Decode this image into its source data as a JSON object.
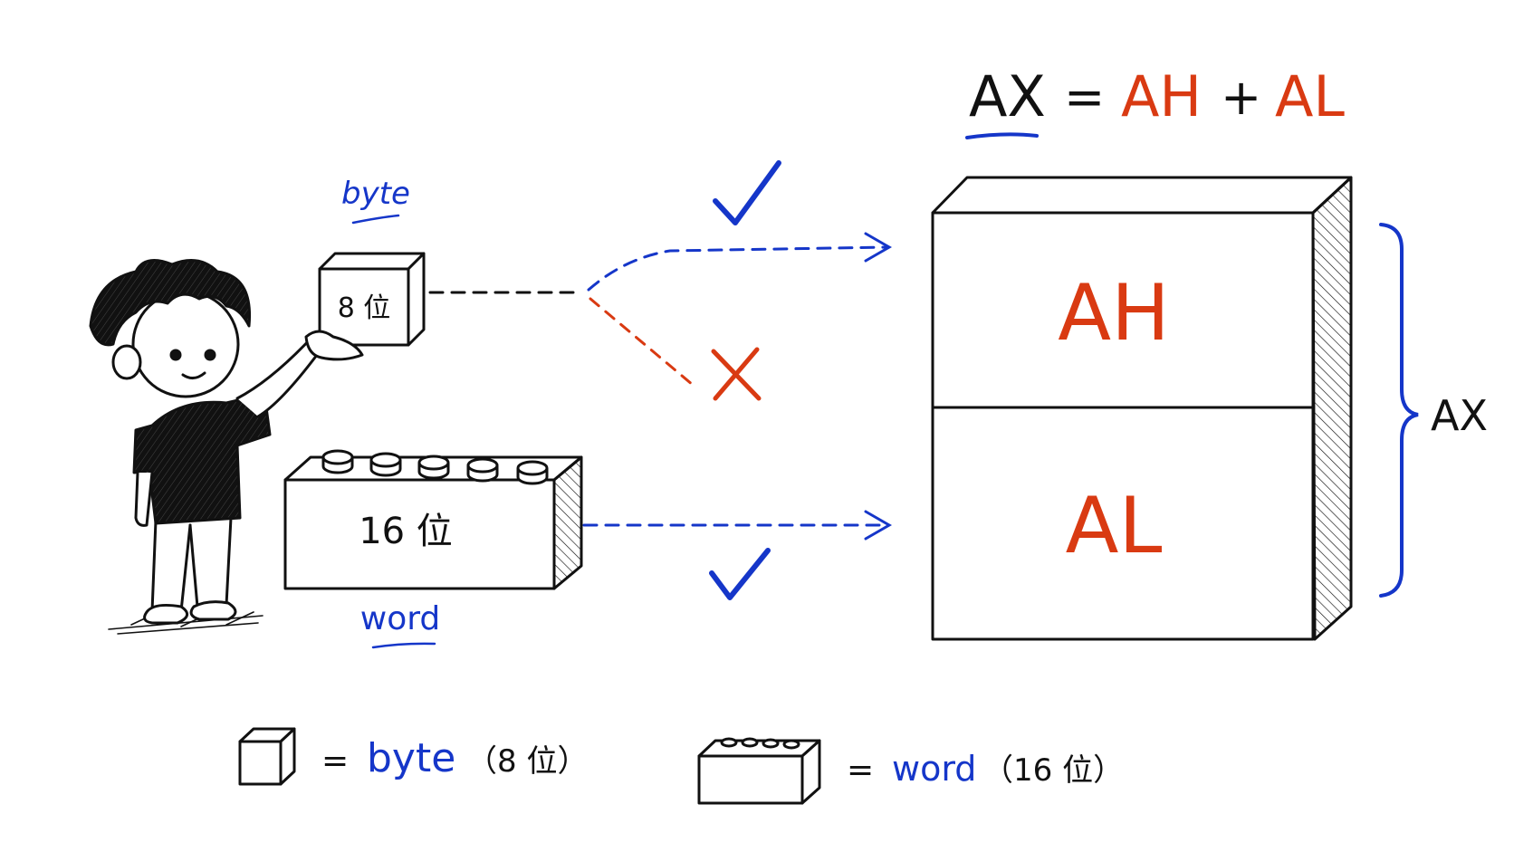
{
  "colors": {
    "ink": "#111111",
    "blue": "#1536c9",
    "red": "#d93a12"
  },
  "equation": {
    "lhs": "AX",
    "equals": "=",
    "part1": "AH",
    "plus": "+",
    "part2": "AL"
  },
  "labels": {
    "byte_top": "byte",
    "byte_block": "8 位",
    "word_block": "16 位",
    "word_bottom": "word",
    "brace": "AX"
  },
  "register": {
    "high": "AH",
    "low": "AL"
  },
  "marks": {
    "check": "check-mark",
    "cross": "cross-mark"
  },
  "legend": {
    "byte_eq": "=",
    "byte_word": "byte",
    "byte_size": "（8 位）",
    "word_eq": "=",
    "word_word": "word",
    "word_size": "（16 位）"
  }
}
